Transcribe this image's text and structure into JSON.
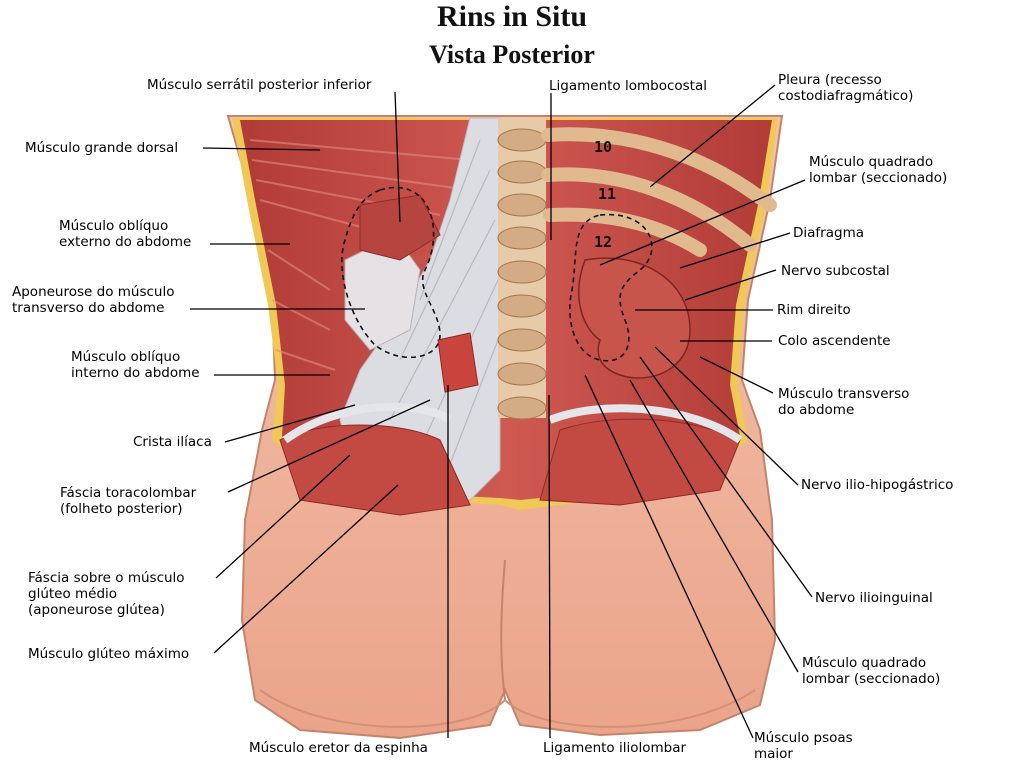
{
  "title": "Rins in Situ",
  "subtitle": "Vista Posterior",
  "rib_numbers": [
    "10",
    "11",
    "12"
  ],
  "labels_left": [
    {
      "id": "serratil",
      "text": "Músculo serrátil posterior inferior"
    },
    {
      "id": "grande-dorsal",
      "text": "Músculo grande dorsal"
    },
    {
      "id": "obliquo-externo",
      "text": "Músculo oblíquo\nexterno do abdome"
    },
    {
      "id": "aponeurose",
      "text": "Aponeurose do músculo\ntransverso do abdome"
    },
    {
      "id": "obliquo-interno",
      "text": "Músculo oblíquo\ninterno do abdome"
    },
    {
      "id": "crista",
      "text": "Crista ilíaca"
    },
    {
      "id": "fascia-toraco",
      "text": "Fáscia toracolombar\n(folheto posterior)"
    },
    {
      "id": "fascia-gluteo",
      "text": "Fáscia sobre o músculo\nglúteo médio\n(aponeurose glútea)"
    },
    {
      "id": "gluteo-maximo",
      "text": "Músculo glúteo máximo"
    },
    {
      "id": "eretor",
      "text": "Músculo eretor da espinha"
    }
  ],
  "labels_right": [
    {
      "id": "lig-lombocostal",
      "text": "Ligamento lombocostal"
    },
    {
      "id": "pleura",
      "text": "Pleura (recesso\ncostodiafragmático)"
    },
    {
      "id": "quadrado-1",
      "text": "Músculo quadrado\nlombar (seccionado)"
    },
    {
      "id": "diafragma",
      "text": "Diafragma"
    },
    {
      "id": "nervo-subcostal",
      "text": "Nervo subcostal"
    },
    {
      "id": "rim",
      "text": "Rim direito"
    },
    {
      "id": "colo",
      "text": "Colo ascendente"
    },
    {
      "id": "transverso",
      "text": "Músculo transverso\ndo abdome"
    },
    {
      "id": "ilio-hipogastrico",
      "text": "Nervo ilio-hipogástrico"
    },
    {
      "id": "ilioinguinal",
      "text": "Nervo ilioinguinal"
    },
    {
      "id": "quadrado-2",
      "text": "Músculo quadrado\nlombar (seccionado)"
    },
    {
      "id": "psoas",
      "text": "Músculo psoas\nmaior"
    },
    {
      "id": "lig-iliolombar",
      "text": "Ligamento iliolombar"
    }
  ],
  "colors": {
    "muscle": "#c0453f",
    "muscle_dark": "#8e2a26",
    "muscle_light": "#d9706a",
    "skin": "#f2b8a0",
    "skin_shadow": "#e39c84",
    "fascia": "#dcdde2",
    "bone": "#e6c9a8",
    "fat": "#f0c855",
    "kidney": "#c7554c"
  }
}
